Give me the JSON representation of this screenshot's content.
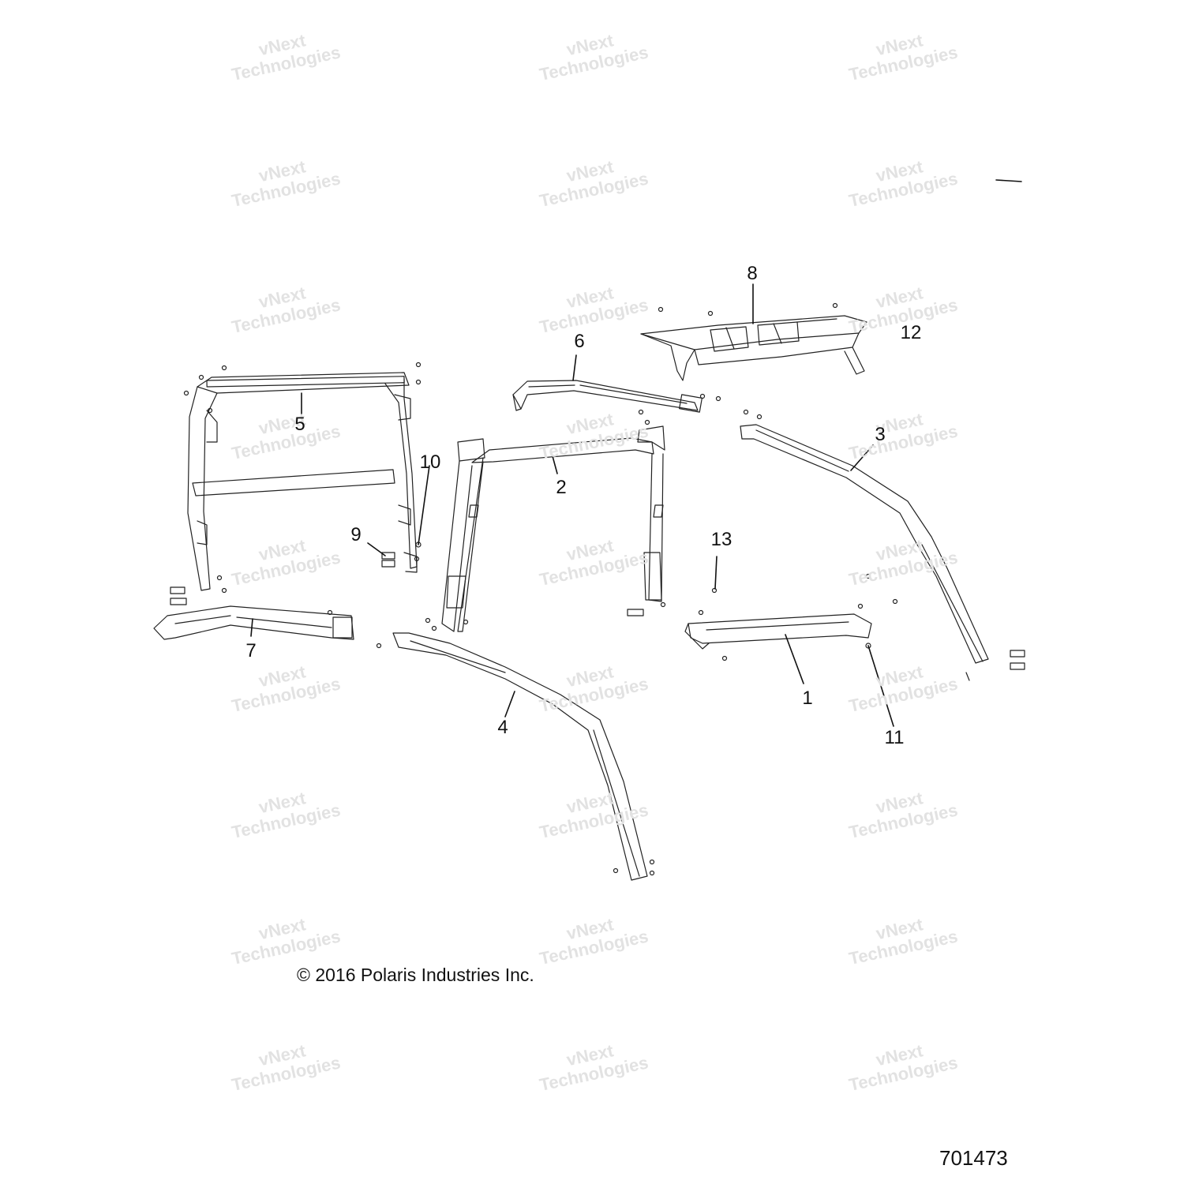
{
  "watermark": {
    "line1": "vNext",
    "line2": "Technologies"
  },
  "callouts": [
    {
      "id": "1",
      "label": "1"
    },
    {
      "id": "2",
      "label": "2"
    },
    {
      "id": "3",
      "label": "3"
    },
    {
      "id": "4",
      "label": "4"
    },
    {
      "id": "5",
      "label": "5"
    },
    {
      "id": "6",
      "label": "6"
    },
    {
      "id": "7",
      "label": "7"
    },
    {
      "id": "8",
      "label": "8"
    },
    {
      "id": "9",
      "label": "9"
    },
    {
      "id": "10",
      "label": "10"
    },
    {
      "id": "11",
      "label": "11"
    },
    {
      "id": "12",
      "label": "12"
    },
    {
      "id": "13",
      "label": "13"
    }
  ],
  "copyright": "© 2016 Polaris Industries Inc.",
  "figure_number": "701473"
}
